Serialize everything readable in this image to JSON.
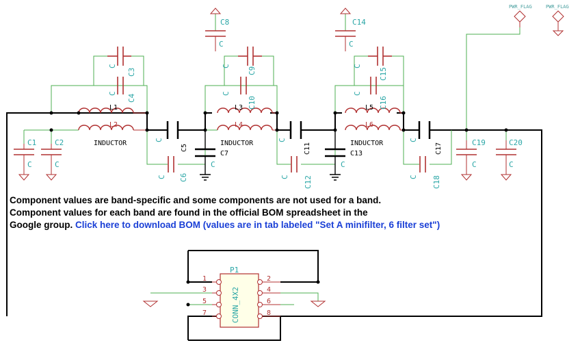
{
  "notes": {
    "line1": "Component values are band-specific and some components are not used for a band.",
    "line2": "Component values for each band are found in the official BOM spreadsheet in the",
    "line3_prefix": "Google group.",
    "link_text": "Click here to download BOM (values are in tab labeled \"Set A minifilter, 6 filter set\")"
  },
  "colors": {
    "wire_dark": "#000000",
    "wire_green": "#4caf50",
    "component": "#b03030",
    "label": "#2aa6a6",
    "link": "#1a3fd6"
  },
  "labels": {
    "c_value": "C",
    "c1": "C1",
    "c2": "C2",
    "c3": "C3",
    "c4": "C4",
    "c5": "C5",
    "c6": "C6",
    "c7": "C7",
    "c8": "C8",
    "c9": "C9",
    "c10": "C10",
    "c11": "C11",
    "c12": "C12",
    "c13": "C13",
    "c14": "C14",
    "c15": "C15",
    "c16": "C16",
    "c17": "C17",
    "c18": "C18",
    "c19": "C19",
    "c20": "C20",
    "l1": "L1",
    "l2": "L2",
    "l3": "L3",
    "l4": "L4",
    "l5": "L5",
    "l6": "L6",
    "inductor": "INDUCTOR",
    "pwr_flag": "PWR_FLAG",
    "p1": "P1",
    "conn": "CONN_4X2",
    "pins": [
      "1",
      "2",
      "3",
      "4",
      "5",
      "6",
      "7",
      "8"
    ]
  }
}
